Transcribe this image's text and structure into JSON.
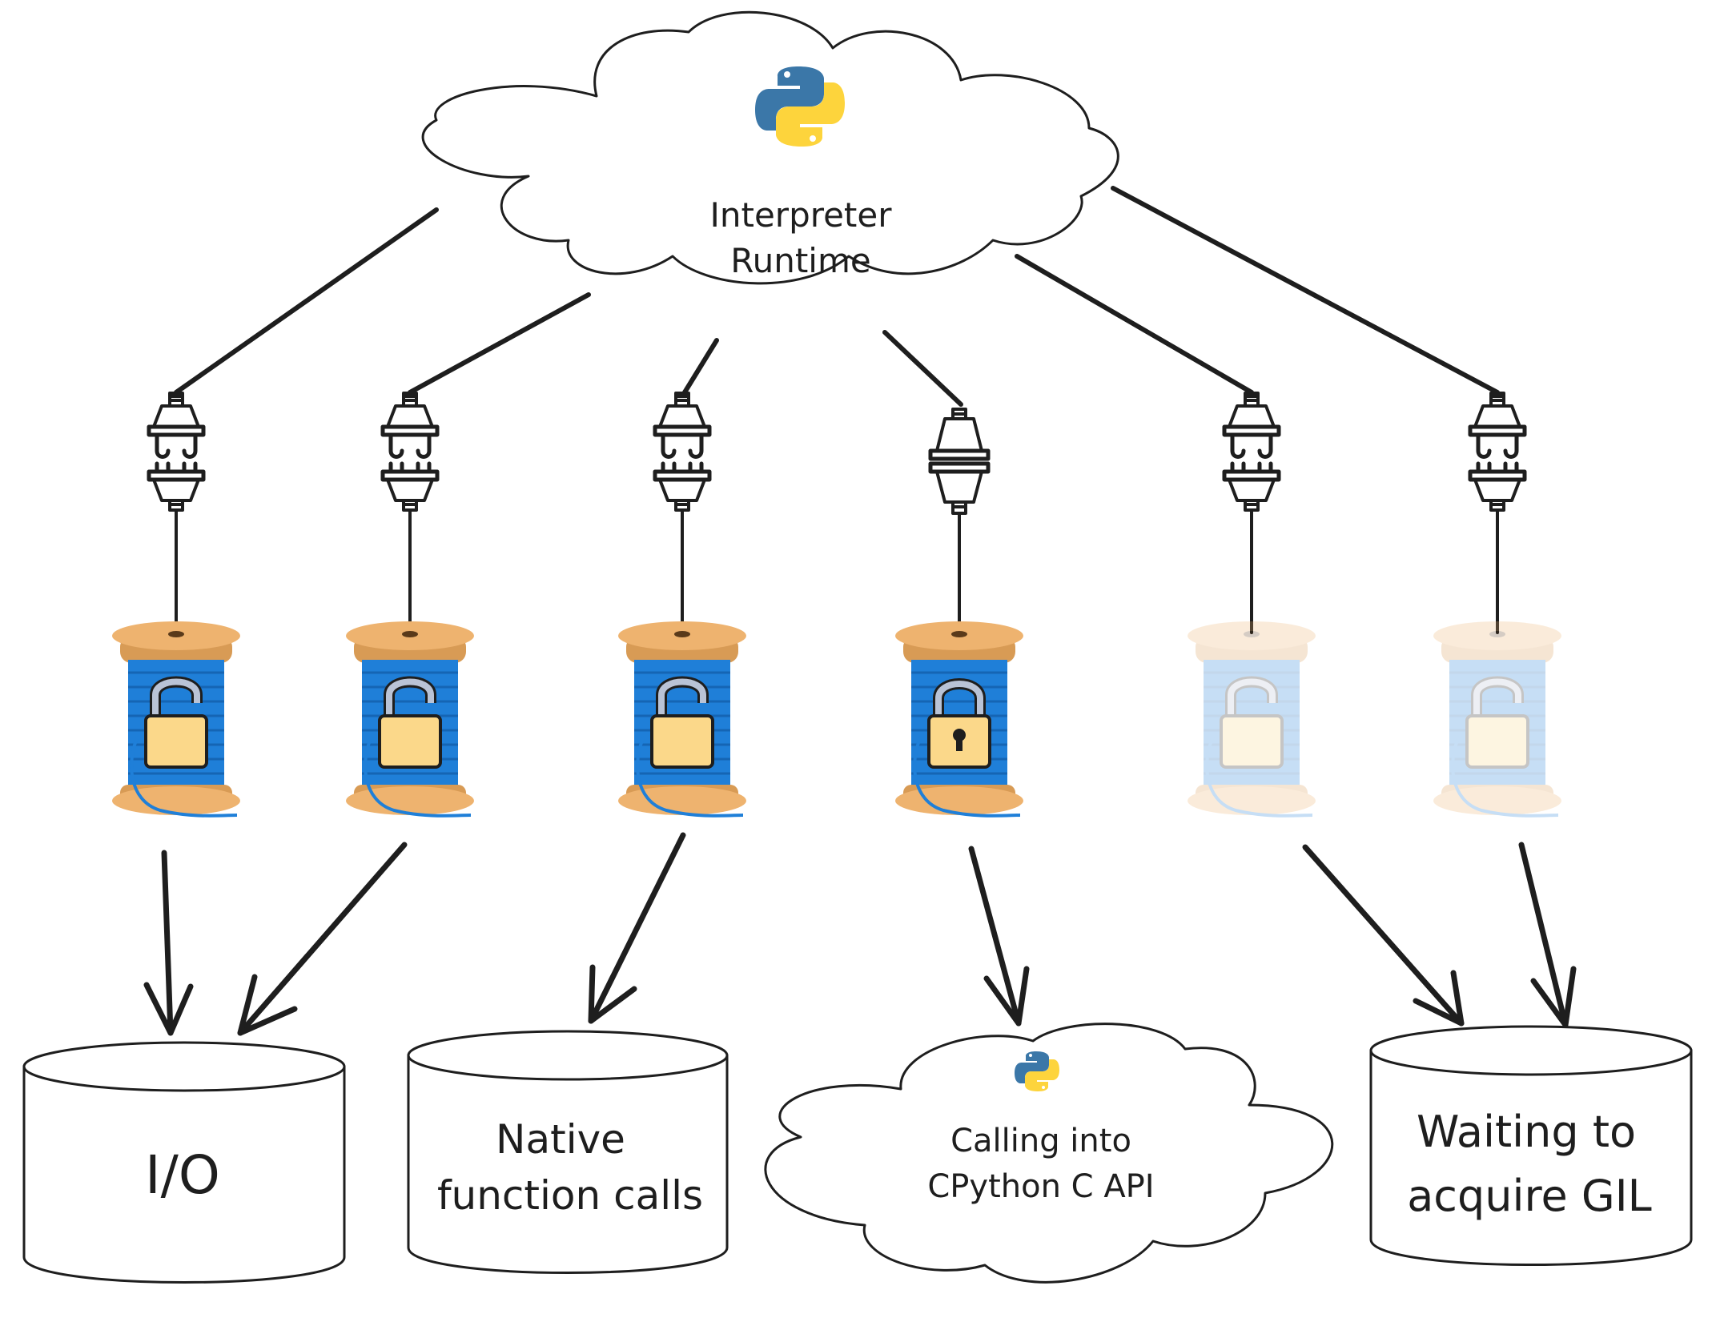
{
  "runtime": {
    "line1": "Interpreter",
    "line2": "Runtime"
  },
  "threads": [
    {
      "locked": false,
      "faded": false
    },
    {
      "locked": false,
      "faded": false
    },
    {
      "locked": false,
      "faded": false
    },
    {
      "locked": true,
      "faded": false
    },
    {
      "locked": false,
      "faded": true
    },
    {
      "locked": false,
      "faded": true
    }
  ],
  "states": {
    "io": {
      "label": "I/O"
    },
    "native": {
      "line1": "Native",
      "line2": "function calls"
    },
    "capi": {
      "line1": "Calling into",
      "line2": "CPython C API"
    },
    "gil": {
      "line1": "Waiting to",
      "line2": "acquire GIL"
    }
  },
  "colors": {
    "ink": "#1e1e1e",
    "spool_wood": "#eeb36f",
    "spool_wood_dark": "#d89b55",
    "thread_blue": "#1f7fd8",
    "thread_blue_dark": "#1565b4",
    "lock_body": "#fbd88a",
    "lock_shackle": "#b9c3d6",
    "python_blue": "#3b77a8",
    "python_yellow": "#fdd43c"
  },
  "icons": {
    "runtime_logo": "python-logo-icon",
    "plug": "plug-icon",
    "spool": "thread-spool-icon",
    "lock_open": "unlocked-padlock-icon",
    "lock_closed": "locked-padlock-icon"
  }
}
